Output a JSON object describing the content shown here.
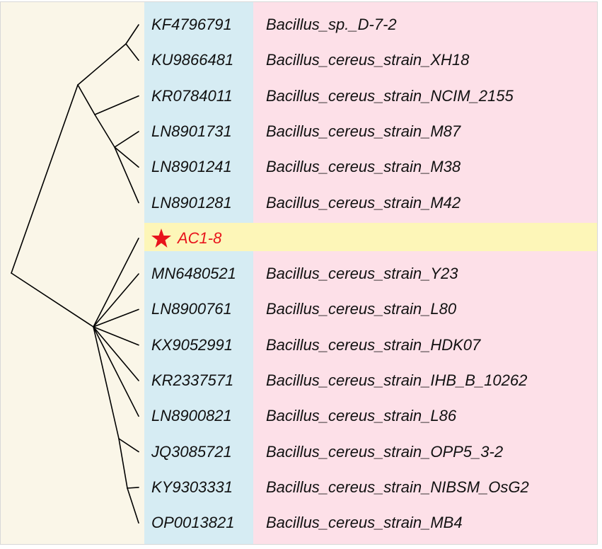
{
  "query": {
    "label": "AC1-8",
    "color": "#e8141c",
    "marker": "star-icon"
  },
  "colors": {
    "tree_background": "#faf6e8",
    "accession_column": "#d6ecf3",
    "name_column": "#fde0e8",
    "query_highlight": "#fdf6b8",
    "branch": "#000000"
  },
  "leaves": [
    {
      "accession": "KF4796791",
      "name": "Bacillus_sp._D-7-2"
    },
    {
      "accession": "KU9866481",
      "name": "Bacillus_cereus_strain_XH18"
    },
    {
      "accession": "KR0784011",
      "name": "Bacillus_cereus_strain_NCIM_2155"
    },
    {
      "accession": "LN8901731",
      "name": "Bacillus_cereus_strain_M87"
    },
    {
      "accession": "LN8901241",
      "name": "Bacillus_cereus_strain_M38"
    },
    {
      "accession": "LN8901281",
      "name": "Bacillus_cereus_strain_M42"
    },
    {
      "accession": "",
      "name": "",
      "query": true
    },
    {
      "accession": "MN6480521",
      "name": "Bacillus_cereus_strain_Y23"
    },
    {
      "accession": "LN8900761",
      "name": "Bacillus_cereus_strain_L80"
    },
    {
      "accession": "KX9052991",
      "name": "Bacillus_cereus_strain_HDK07"
    },
    {
      "accession": "KR2337571",
      "name": "Bacillus_cereus_strain_IHB_B_10262"
    },
    {
      "accession": "LN8900821",
      "name": "Bacillus_cereus_strain_L86"
    },
    {
      "accession": "JQ3085721",
      "name": "Bacillus_cereus_strain_OPP5_3-2"
    },
    {
      "accession": "KY9303331",
      "name": "Bacillus_cereus_strain_NIBSM_OsG2"
    },
    {
      "accession": "OP0013821",
      "name": "Bacillus_cereus_strain_MB4"
    }
  ]
}
